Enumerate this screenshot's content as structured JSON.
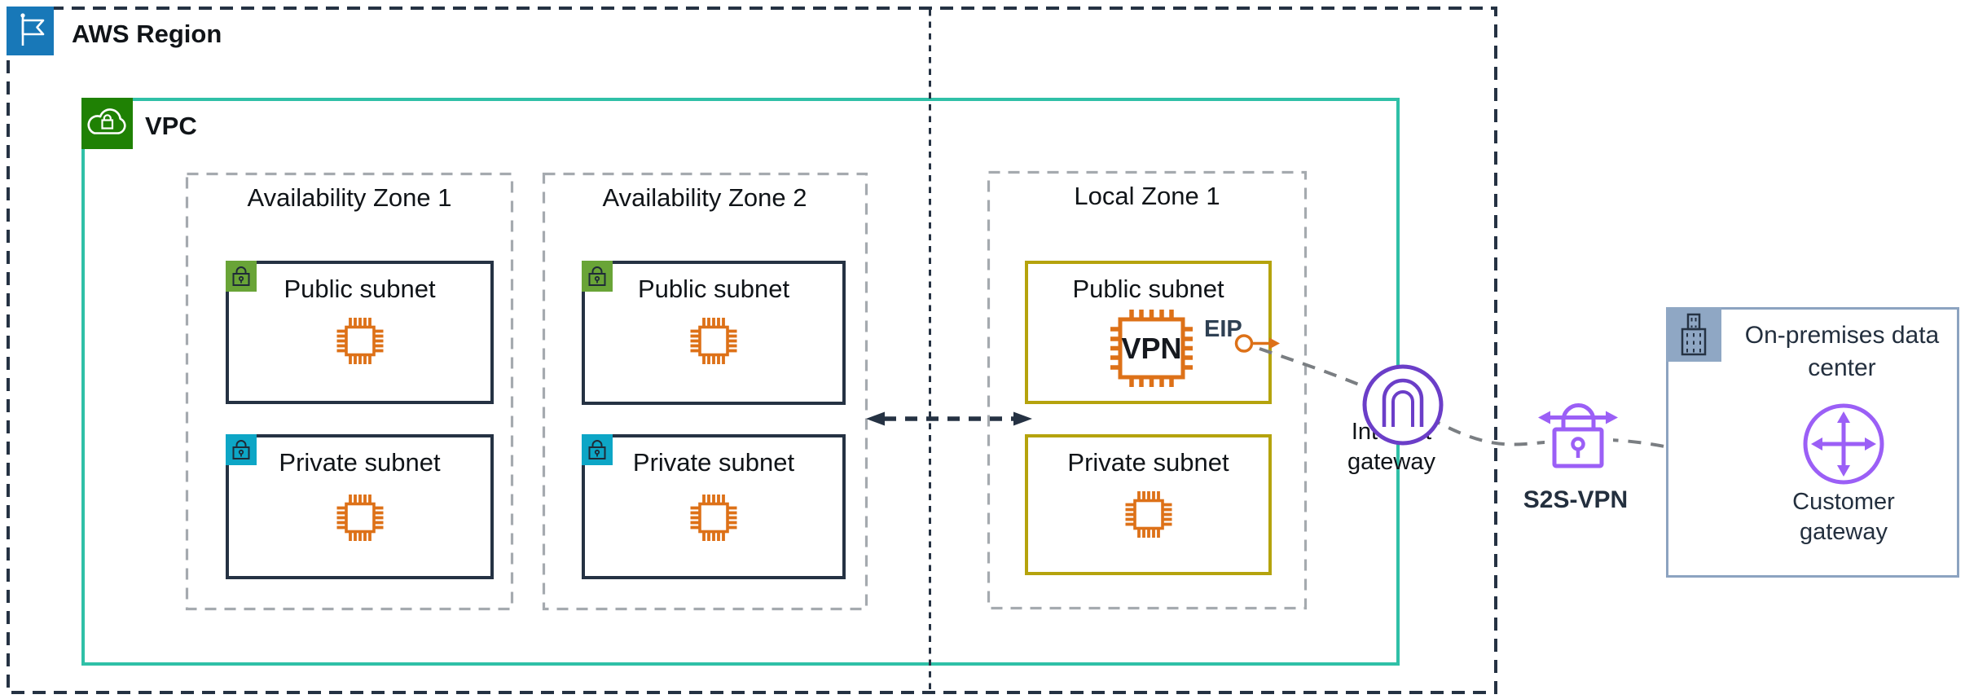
{
  "region": {
    "label": "AWS Region"
  },
  "vpc": {
    "label": "VPC"
  },
  "zones": [
    {
      "label": "Availability Zone 1",
      "subnets": [
        {
          "label": "Public subnet"
        },
        {
          "label": "Private subnet"
        }
      ]
    },
    {
      "label": "Availability Zone 2",
      "subnets": [
        {
          "label": "Public subnet"
        },
        {
          "label": "Private subnet"
        }
      ]
    },
    {
      "label": "Local Zone 1",
      "subnets": [
        {
          "label": "Public subnet",
          "chip_label": "VPN",
          "eip_label": "EIP"
        },
        {
          "label": "Private subnet"
        }
      ]
    }
  ],
  "internet_gateway": {
    "label": "Internet gateway"
  },
  "s2s_vpn": {
    "label": "S2S-VPN"
  },
  "on_premises": {
    "title": "On-premises data center",
    "gateway_label": "Customer gateway"
  },
  "colors": {
    "region_border": "#253243",
    "region_badge_blue": "#1878B8",
    "vpc_border_teal": "#2FC0A7",
    "vpc_badge_green": "#1F8104",
    "az_border_gray": "#A5AAAF",
    "subnet_border_navy": "#253243",
    "local_subnet_border_gold": "#B5A30D",
    "public_lock_green": "#69A437",
    "private_lock_teal": "#0DA6C6",
    "compute_orange": "#DD7118",
    "igw_purple": "#6B3EC8",
    "vpn_purple": "#9B5FF6",
    "onprem_border": "#8CA3C0",
    "onprem_badge": "#8FA7C4",
    "connector_gray": "#7A7E82"
  }
}
